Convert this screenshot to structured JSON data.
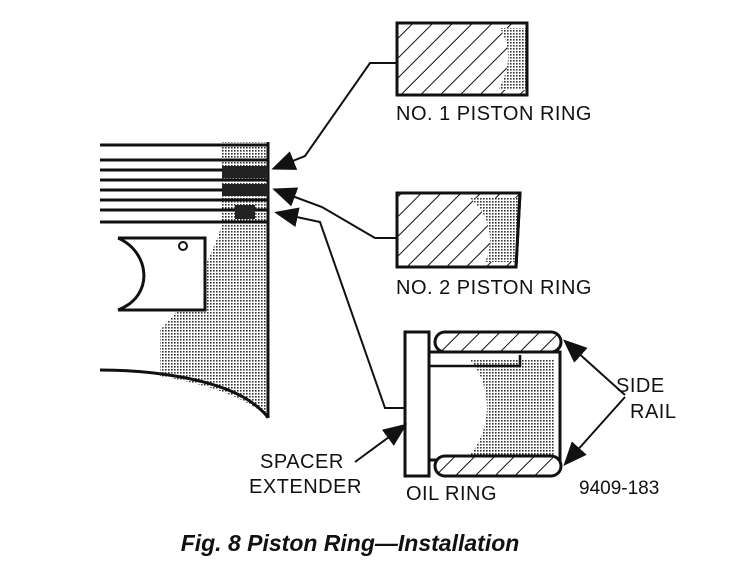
{
  "labels": {
    "ring1": "NO. 1 PISTON RING",
    "ring2": "NO. 2 PISTON RING",
    "side_rail_line1": "SIDE",
    "side_rail_line2": "RAIL",
    "spacer_line1": "SPACER",
    "spacer_line2": "EXTENDER",
    "oil_ring": "OIL RING",
    "figure_code": "9409-183"
  },
  "caption": "Fig. 8 Piston Ring—Installation"
}
